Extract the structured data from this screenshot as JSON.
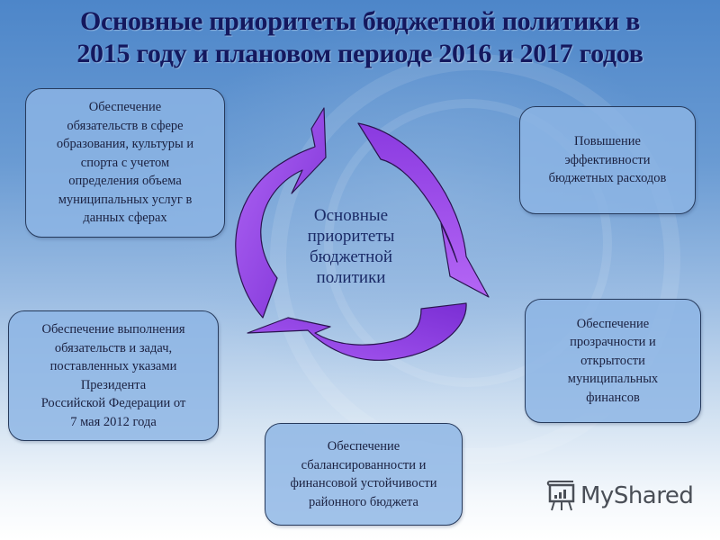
{
  "slide": {
    "title_line1": "Основные приоритеты бюджетной политики в",
    "title_line2": "2015 году и плановом периоде 2016 и 2017 годов",
    "center_label": "Основные\nприоритеты\nбюджетной\nполитики",
    "boxes": [
      {
        "id": "top-left",
        "text": "Обеспечение\nобязательств в сфере\nобразования, культуры и\nспорта с учетом\nопределения объема\nмуниципальных  услуг в\nданных сферах"
      },
      {
        "id": "top-right",
        "text": "Повышение\nэффективности\nбюджетных расходов"
      },
      {
        "id": "bottom-left",
        "text": "Обеспечение выполнения\nобязательств и задач,\nпоставленных указами\nПрезидента\nРоссийской Федерации от\n7 мая 2012 года"
      },
      {
        "id": "bottom-right",
        "text": "Обеспечение\nпрозрачности и\nоткрытости\nмуниципальных\nфинансов"
      },
      {
        "id": "bottom-center",
        "text": "Обеспечение\nсбалансированности и\nфинансовой устойчивости\nрайонного бюджета"
      }
    ],
    "cycle": {
      "arrow_count": 3,
      "arrow_color_light": "#a24cf0",
      "arrow_color_dark": "#7d2fd6",
      "outline_color": "#2a1450"
    },
    "watermark": {
      "text": "MyShared",
      "icon": "presentation-board-icon"
    }
  }
}
